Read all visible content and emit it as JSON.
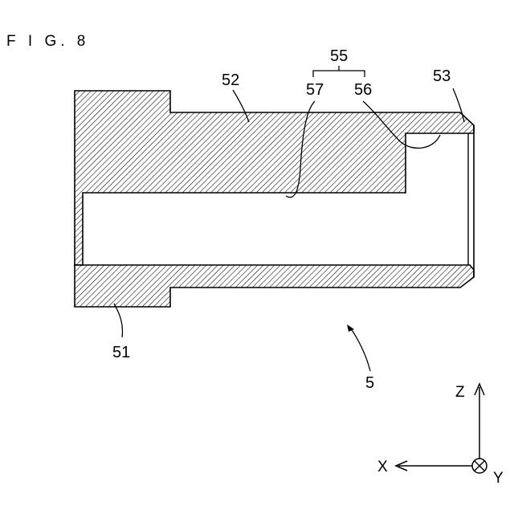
{
  "figure": {
    "title": "F I G. 8"
  },
  "labels": {
    "part_51": "51",
    "part_52": "52",
    "part_53": "53",
    "group_55": "55",
    "part_56": "56",
    "part_57": "57",
    "assembly_5": "5"
  },
  "axes": {
    "z": "Z",
    "x": "X",
    "y": "Y"
  }
}
